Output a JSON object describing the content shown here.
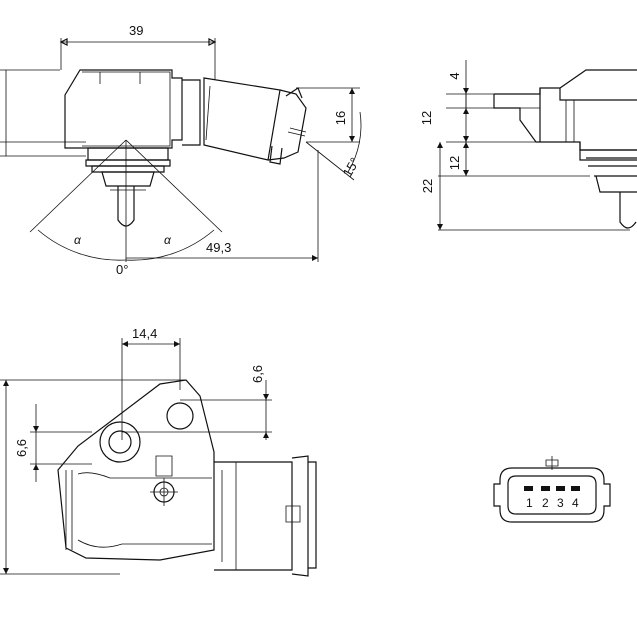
{
  "dimensions": {
    "front_width": "39",
    "front_connector_height": "16",
    "front_angle": "15°",
    "front_zero": "0°",
    "front_reach": "49,3",
    "alpha_left": "α",
    "alpha_right": "α",
    "side_top": "4",
    "side_upper": "12",
    "side_lower": "12",
    "side_total": "22",
    "top_offset": "14,4",
    "top_hole_right": "6,6",
    "top_hole_left": "6,6"
  },
  "connector": {
    "pins": [
      "1",
      "2",
      "3",
      "4"
    ]
  }
}
